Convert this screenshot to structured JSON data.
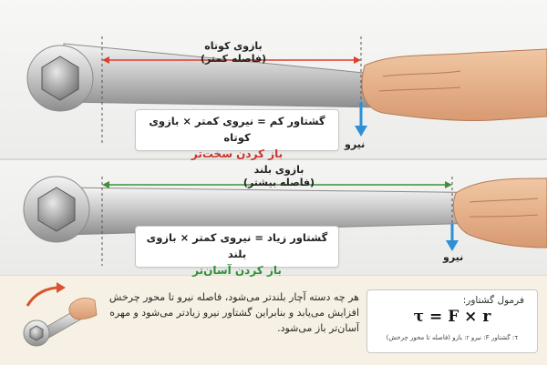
{
  "top": {
    "arm_label": "بازوی کوتاه",
    "arm_sublabel": "(فاصله کمتر)",
    "formula": "گشتاور کم = نیروی کمتر × بازوی کوتاه",
    "result": "باز کردن سخت‌تر",
    "force_label": "نیرو"
  },
  "middle": {
    "arm_label": "بازوی بلند",
    "arm_sublabel": "(فاصله بیشتر)",
    "formula": "گشتاور زیاد = نیروی کمتر × بازوی بلند",
    "result": "باز کردن آسان‌تر",
    "force_label": "نیرو"
  },
  "bottom": {
    "description": "هر چه دسته آچار بلندتر می‌شود، فاصله نیرو تا محور چرخش افزایش می‌یابد و بنابراین گشتاور نیرو زیادتر می‌شود و مهره آسان‌تر باز می‌شود.",
    "formula_title": "فرمول گشتاور:",
    "formula": "τ = F × r",
    "legend": "τ: گشتاور   F: نیرو   r: بازو (فاصله تا محور چرخش)"
  },
  "colors": {
    "short_arm": "#d9402f",
    "long_arm": "#3f8f3a",
    "force_arrow": "#2f8fd6",
    "rotation_arrow": "#d9532f"
  }
}
